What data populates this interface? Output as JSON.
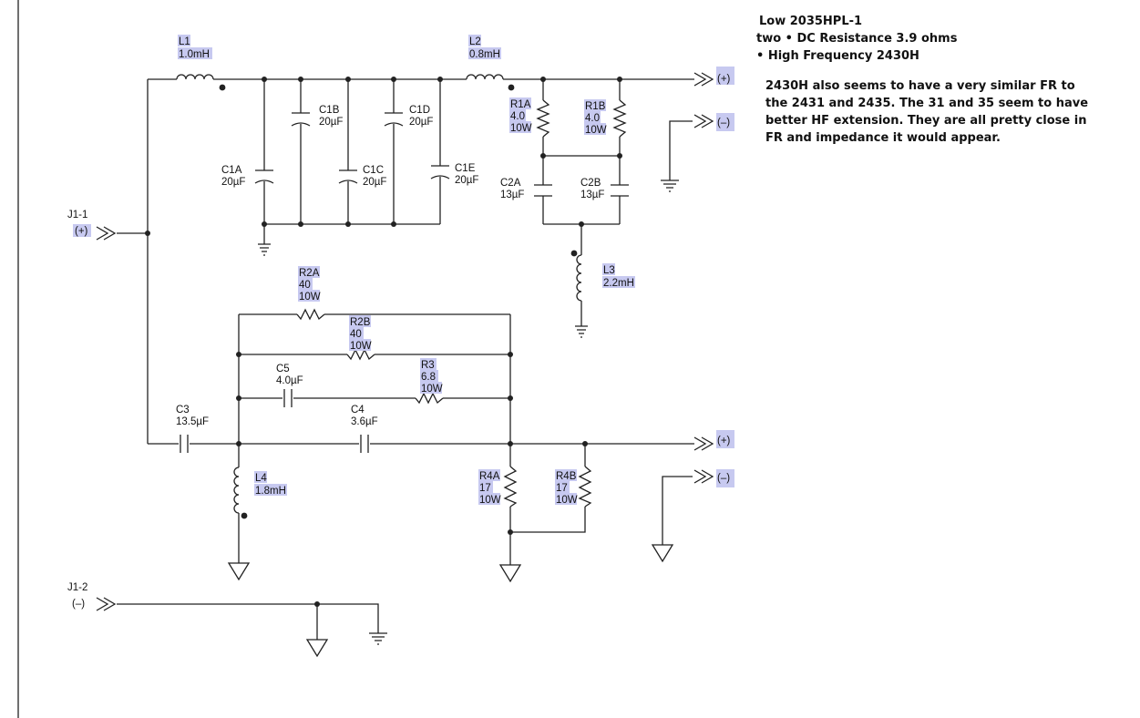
{
  "notes": {
    "line1": "Low  2035HPL-1",
    "line2": "two •  DC Resistance 3.9 ohms",
    "line3": "•  High Frequency  2430H",
    "paragraph": "2430H also seems to have a very similar FR to the 2431 and 2435. The 31 and 35 seem to have better HF extension. They are all pretty close in FR and impedance it would appear."
  },
  "connectors": {
    "j1_1_name": "J1-1",
    "j1_1_pol": "(+)",
    "j1_2_name": "J1-2",
    "j1_2_pol": "(–)",
    "hf_plus": "(+)",
    "hf_minus": "(–)",
    "lf_plus": "(+)",
    "lf_minus": "(–)"
  },
  "components": {
    "l1": {
      "name": "L1",
      "value": "1.0mH"
    },
    "l2": {
      "name": "L2",
      "value": "0.8mH"
    },
    "l3": {
      "name": "L3",
      "value": "2.2mH"
    },
    "l4": {
      "name": "L4",
      "value": "1.8mH"
    },
    "c1a": {
      "name": "C1A",
      "value": "20µF"
    },
    "c1b": {
      "name": "C1B",
      "value": "20µF"
    },
    "c1c": {
      "name": "C1C",
      "value": "20µF"
    },
    "c1d": {
      "name": "C1D",
      "value": "20µF"
    },
    "c1e": {
      "name": "C1E",
      "value": "20µF"
    },
    "c2a": {
      "name": "C2A",
      "value": "13µF"
    },
    "c2b": {
      "name": "C2B",
      "value": "13µF"
    },
    "c3": {
      "name": "C3",
      "value": "13.5µF"
    },
    "c4": {
      "name": "C4",
      "value": "3.6µF"
    },
    "c5": {
      "name": "C5",
      "value": "4.0µF"
    },
    "r1a": {
      "name": "R1A",
      "value": "4.0",
      "power": "10W"
    },
    "r1b": {
      "name": "R1B",
      "value": "4.0",
      "power": "10W"
    },
    "r2a": {
      "name": "R2A",
      "value": "40",
      "power": "10W"
    },
    "r2b": {
      "name": "R2B",
      "value": "40",
      "power": "10W"
    },
    "r3": {
      "name": "R3",
      "value": "6.8",
      "power": "10W"
    },
    "r4a": {
      "name": "R4A",
      "value": "17",
      "power": "10W"
    },
    "r4b": {
      "name": "R4B",
      "value": "17",
      "power": "10W"
    }
  }
}
